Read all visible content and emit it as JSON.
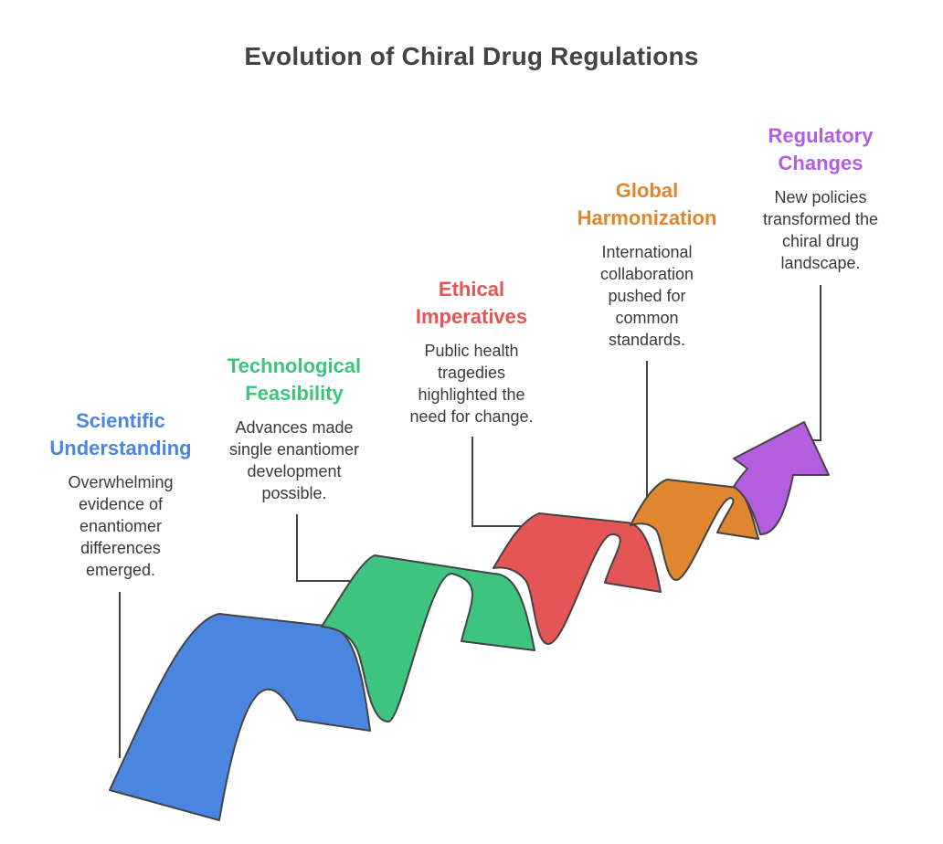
{
  "title": "Evolution of Chiral Drug Regulations",
  "stages": [
    {
      "title": "Scientific\nUnderstanding",
      "description": "Overwhelming\nevidence of\nenantiomer\ndifferences\nemerged.",
      "color": "#4A86E0"
    },
    {
      "title": "Technological\nFeasibility",
      "description": "Advances made\nsingle enantiomer\ndevelopment\npossible.",
      "color": "#3DC47E"
    },
    {
      "title": "Ethical\nImperatives",
      "description": "Public health\ntragedies\nhighlighted the\nneed for change.",
      "color": "#E55555"
    },
    {
      "title": "Global\nHarmonization",
      "description": "International\ncollaboration\npushed for\ncommon\nstandards.",
      "color": "#E0862E"
    },
    {
      "title": "Regulatory\nChanges",
      "description": "New policies\ntransformed the\nchiral drug\nlandscape.",
      "color": "#B55DE0"
    }
  ]
}
